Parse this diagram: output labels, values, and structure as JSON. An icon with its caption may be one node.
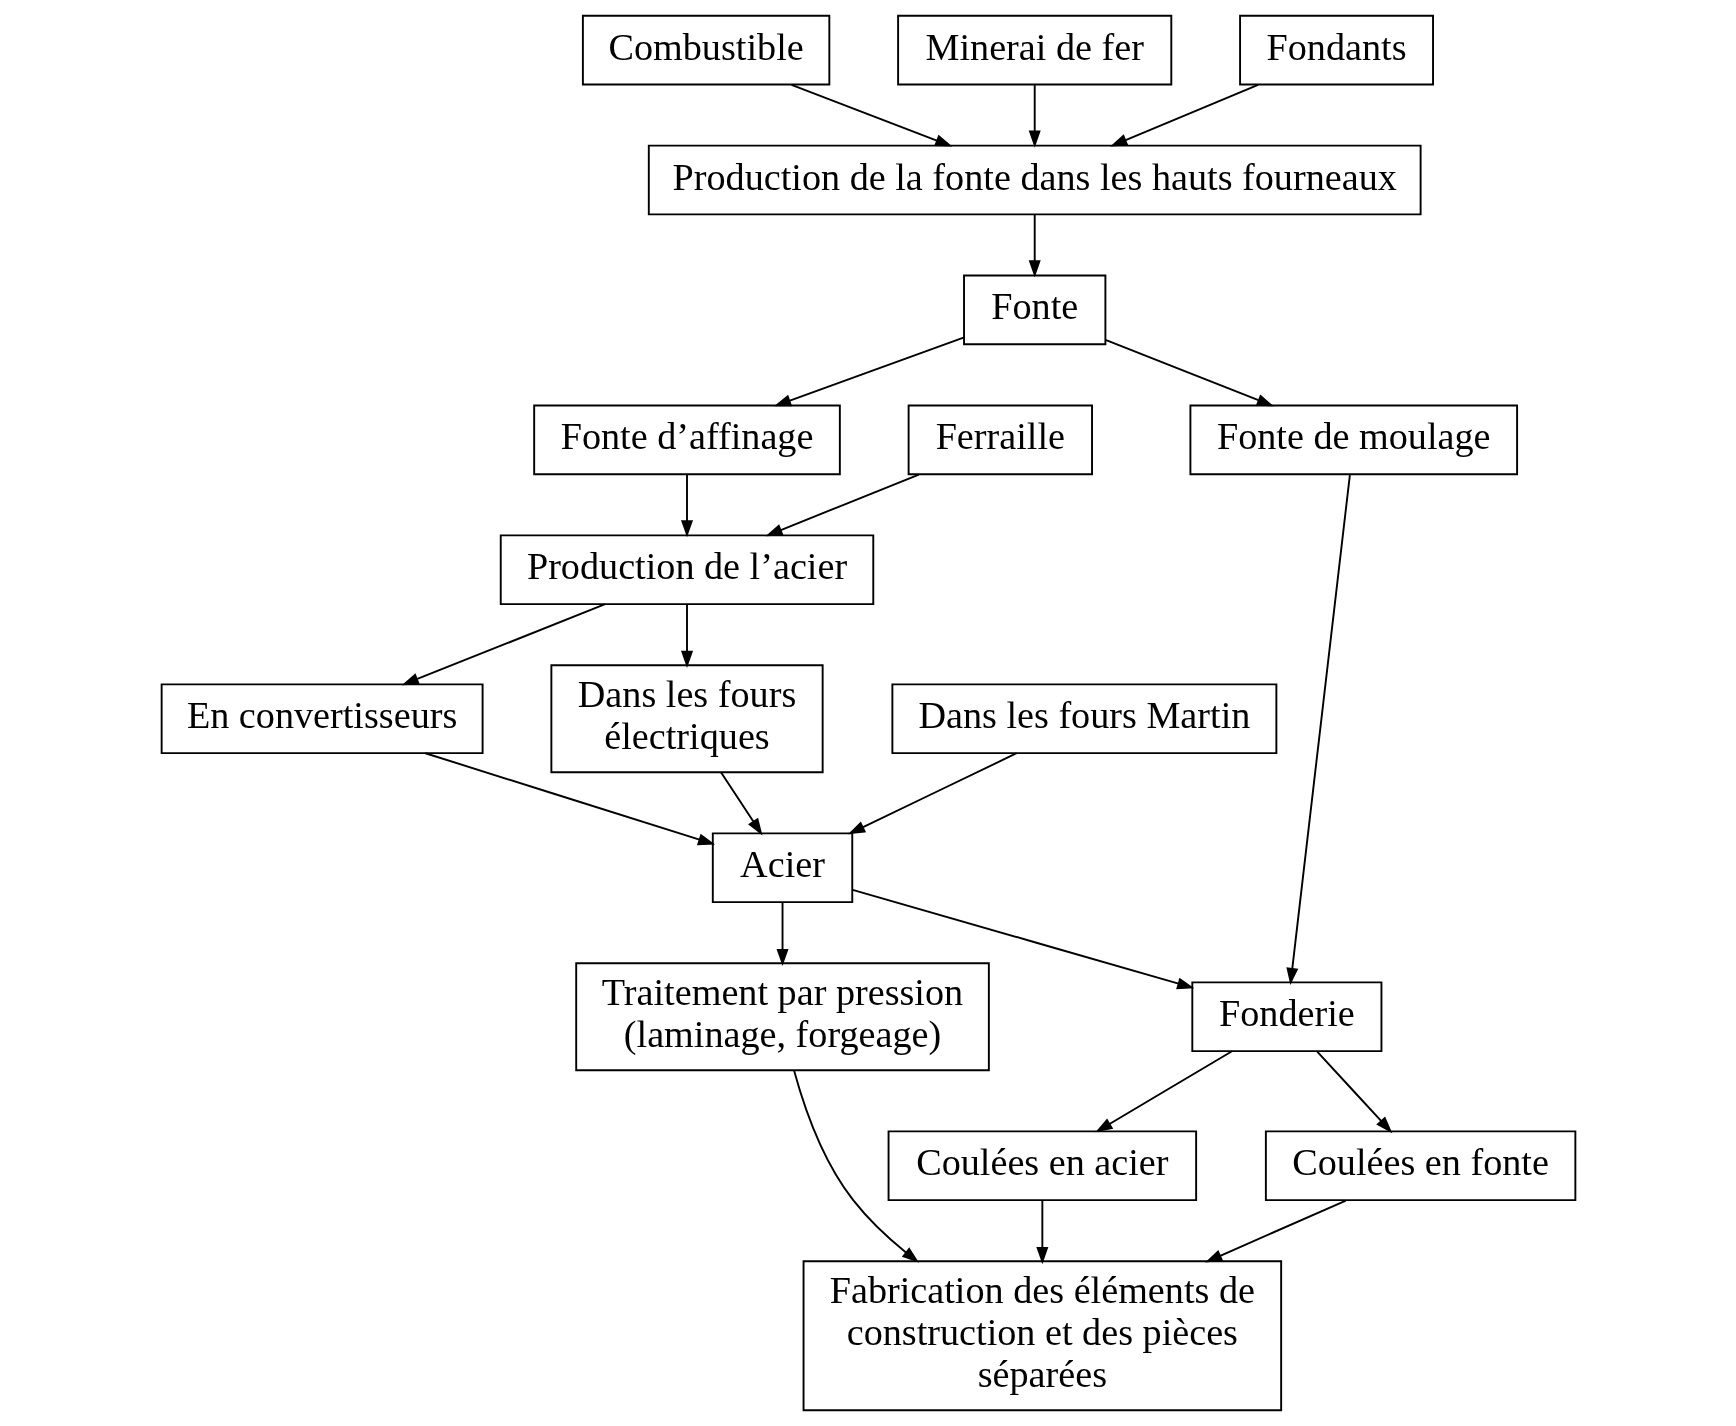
{
  "diagram": {
    "nodes": [
      {
        "text": [
          "Combustible"
        ]
      },
      {
        "text": [
          "Minerai de fer"
        ]
      },
      {
        "text": [
          "Fondants"
        ]
      },
      {
        "text": [
          "Production de la fonte dans les hauts fourneaux"
        ]
      },
      {
        "text": [
          "Fonte"
        ]
      },
      {
        "text": [
          "Fonte d’affinage"
        ]
      },
      {
        "text": [
          "Ferraille"
        ]
      },
      {
        "text": [
          "Fonte de moulage"
        ]
      },
      {
        "text": [
          "Production de l’acier"
        ]
      },
      {
        "text": [
          "En convertisseurs"
        ]
      },
      {
        "text": [
          "Dans les fours Martin"
        ]
      },
      {
        "text": [
          "Dans les fours électriques"
        ]
      },
      {
        "text": [
          "Acier"
        ]
      },
      {
        "text": [
          "Traitement par pression (laminage, forgeage)"
        ]
      },
      {
        "text": [
          "Fonderie"
        ]
      },
      {
        "text": [
          "Coulées en acier"
        ]
      },
      {
        "text": [
          "Coulées en fonte"
        ]
      },
      {
        "text": [
          "Fabrication des éléments de construction et des pièces séparées"
        ]
      }
    ],
    "edges": [
      {
        "from": 0,
        "to": 3,
        "arrow": "to"
      },
      {
        "from": 1,
        "to": 3,
        "arrow": "to"
      },
      {
        "from": 2,
        "to": 3,
        "arrow": "to"
      },
      {
        "from": 3,
        "to": 4,
        "arrow": "to"
      },
      {
        "from": 4,
        "to": 5,
        "arrow": "to"
      },
      {
        "from": 4,
        "to": 7,
        "arrow": "to"
      },
      {
        "from": 5,
        "to": 8,
        "arrow": "to"
      },
      {
        "from": 6,
        "to": 8,
        "arrow": "to"
      },
      {
        "from": 8,
        "to": 9,
        "arrow": "to"
      },
      {
        "from": 8,
        "to": 11,
        "arrow": "to"
      },
      {
        "from": 9,
        "to": 12,
        "arrow": "to"
      },
      {
        "from": 10,
        "to": 12,
        "arrow": "to"
      },
      {
        "from": 11,
        "to": 12,
        "arrow": "to"
      },
      {
        "from": 12,
        "to": 13,
        "arrow": "to"
      },
      {
        "from": 12,
        "to": 14,
        "arrow": "to"
      },
      {
        "from": 7,
        "to": 14,
        "arrow": "to"
      },
      {
        "from": 14,
        "to": 15,
        "arrow": "to"
      },
      {
        "from": 14,
        "to": 16,
        "arrow": "to"
      },
      {
        "from": 13,
        "to": 17,
        "arrow": "to"
      },
      {
        "from": 15,
        "to": 17,
        "arrow": "to"
      },
      {
        "from": 16,
        "to": 17,
        "arrow": "to"
      }
    ]
  }
}
